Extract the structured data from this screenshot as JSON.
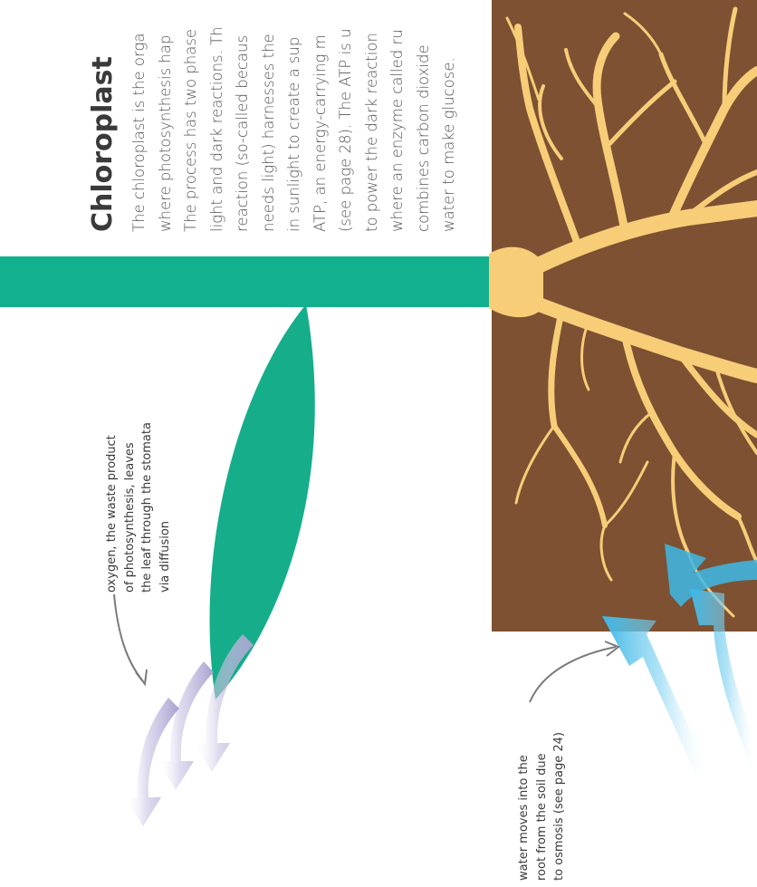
{
  "chloroplast": {
    "title": "Chloroplast",
    "lines": [
      "The chloroplast is the orga",
      "where photosynthesis hap",
      "The process has two phase",
      "light and dark reactions. Th",
      "reaction (so-called becaus",
      "needs light) harnesses the",
      "in sunlight to create a sup",
      "ATP, an energy-carrying m",
      "(see page 28). The ATP is u",
      "to power the dark reaction",
      "where an enzyme called ru",
      "combines carbon dioxide",
      "water to make glucose."
    ]
  },
  "labels": {
    "oxygen": [
      "oxygen, the waste product",
      "of photosynthesis, leaves",
      "the leaf through the stomata",
      "via diffusion"
    ],
    "water": [
      "water moves into the",
      "root from the soil due",
      "to osmosis (see page 24)"
    ]
  },
  "colors": {
    "stem": "#12b08e",
    "leaf": "#16ad8a",
    "soil": "#7d5132",
    "root": "#f7cd78",
    "water_arrow": "#3db8e6",
    "oxygen_arrow": "#a8a1cf",
    "pointer": "#7a7a7a"
  }
}
